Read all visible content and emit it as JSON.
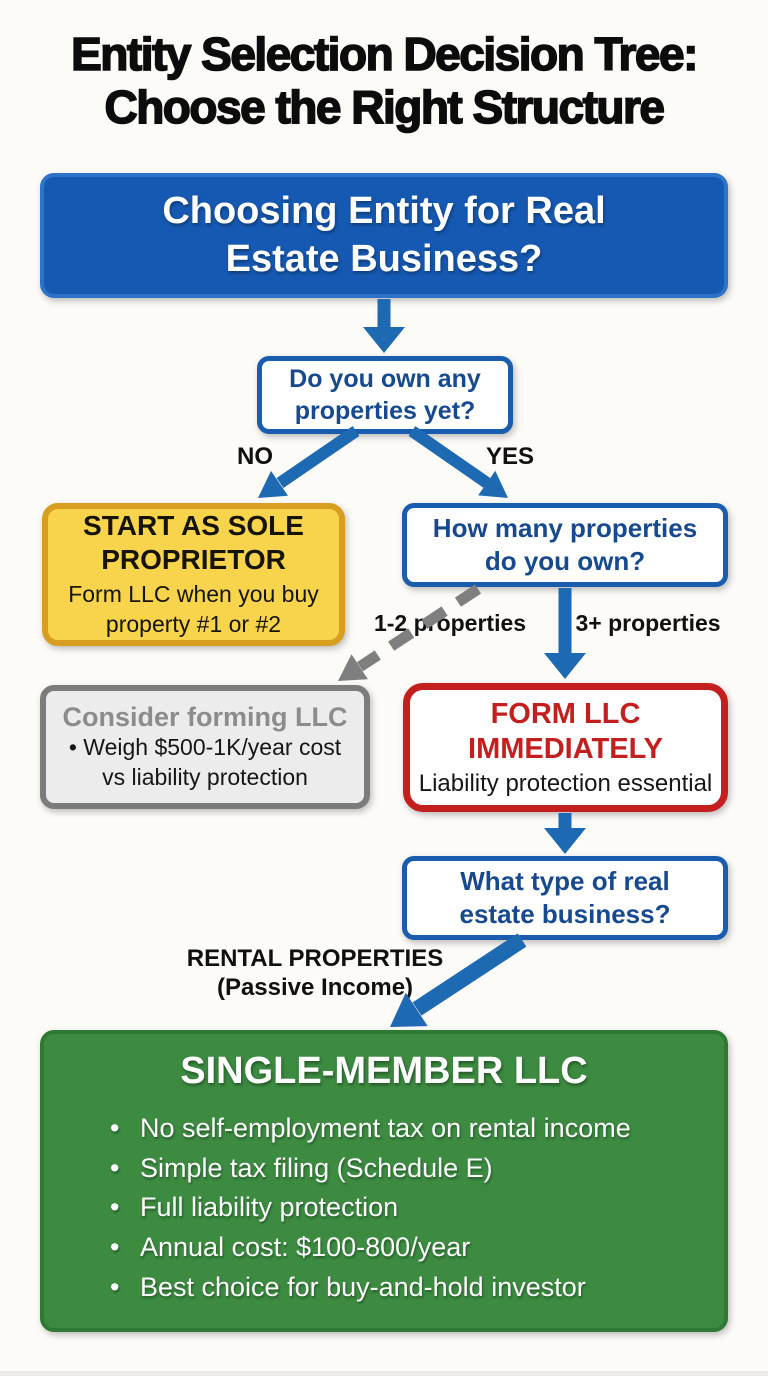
{
  "colors": {
    "paper": "#fcfbf8",
    "ink": "#0c0c0c",
    "blue-fill": "#1659b3",
    "blue-hilite": "#2d74c9",
    "blue-border": "#1a5cad",
    "blue-text": "#17498f",
    "arrow-blue": "#1e6ab2",
    "yellow-fill": "#f7d44c",
    "yellow-border": "#d89e1f",
    "gray-fill": "#ececec",
    "gray-border": "#7c7c7c",
    "gray-text": "#8c8c8c",
    "gray-arrow": "#7f7f7f",
    "red-border": "#c41f1f",
    "red-text": "#c41f1f",
    "green-fill": "#3c8b41",
    "green-border": "#2e7a34"
  },
  "title": {
    "lines": [
      "Entity Selection Decision Tree:",
      "Choose the Right Structure"
    ]
  },
  "root": {
    "lines": [
      "Choosing Entity for Real",
      "Estate Business?"
    ]
  },
  "q1": {
    "lines": [
      "Do you own any",
      "properties yet?"
    ]
  },
  "branch1": {
    "no": "NO",
    "yes": "YES"
  },
  "sole": {
    "heading_lines": [
      "START AS SOLE",
      "PROPRIETOR"
    ],
    "body_lines": [
      "Form LLC when you buy",
      "property #1 or #2"
    ]
  },
  "q2": {
    "lines": [
      "How many properties",
      "do you own?"
    ]
  },
  "branch2": {
    "left": "1-2 properties",
    "right": "3+ properties"
  },
  "consider": {
    "heading": "Consider forming LLC",
    "bullet_lines": [
      "Weigh $500-1K/year cost",
      "vs liability protection"
    ]
  },
  "form_llc": {
    "heading_lines": [
      "FORM LLC",
      "IMMEDIATELY"
    ],
    "body": "Liability protection essential"
  },
  "q3": {
    "lines": [
      "What type of real",
      "estate business?"
    ]
  },
  "branch3": {
    "label_lines": [
      "RENTAL PROPERTIES",
      "(Passive Income)"
    ]
  },
  "result": {
    "title": "SINGLE-MEMBER LLC",
    "bullets": [
      "No self-employment tax on rental income",
      "Simple tax filing (Schedule E)",
      "Full liability protection",
      "Annual cost: $100-800/year",
      "Best choice for buy-and-hold investor"
    ]
  }
}
